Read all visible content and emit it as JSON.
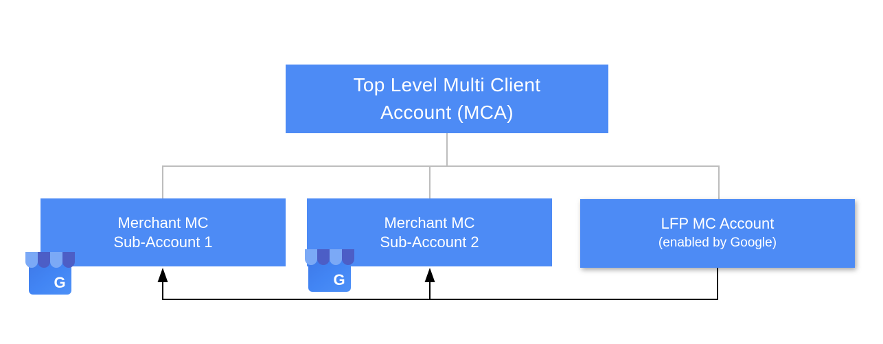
{
  "diagram": {
    "type": "org-hierarchy",
    "nodes": {
      "mca": {
        "line1": "Top Level Multi Client",
        "line2": "Account (MCA)"
      },
      "sub1": {
        "line1": "Merchant MC",
        "line2": "Sub-Account 1"
      },
      "sub2": {
        "line1": "Merchant MC",
        "line2": "Sub-Account 2"
      },
      "lfp": {
        "line1": "LFP MC Account",
        "line2": "(enabled by Google)"
      }
    },
    "edges": {
      "tree": [
        "mca->sub1",
        "mca->sub2",
        "mca->lfp"
      ],
      "arrows": [
        "lfp->sub1",
        "lfp->sub2"
      ]
    },
    "colors": {
      "node_fill": "#4D8BF5",
      "node_text": "#FFFFFF",
      "tree_connector": "#BDBDBD",
      "arrow_connector": "#000000",
      "icon_body": "#4285F4",
      "icon_awning_light": "#7BA9F6",
      "icon_awning_dark": "#4C5EC6"
    },
    "icons": {
      "gmb_name": "google-my-business",
      "g_letter": "G"
    }
  }
}
